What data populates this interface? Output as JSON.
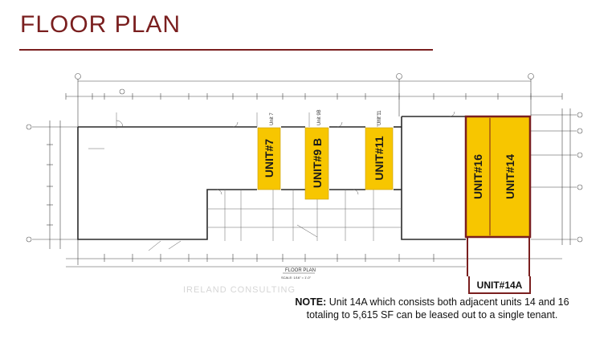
{
  "title": "FLOOR PLAN",
  "plan_caption": "FLOOR PLAN",
  "plan_subcaption": "SCALE: 1/16\" = 1'-0\"",
  "units": {
    "unit7": {
      "label": "UNIT#7",
      "tag": "Unit 7"
    },
    "unit9b": {
      "label": "UNIT#9 B",
      "tag": "Unit 9B"
    },
    "unit11": {
      "label": "UNIT#11",
      "tag": "Unit 11"
    },
    "unit16": {
      "label": "UNIT#16"
    },
    "unit14": {
      "label": "UNIT#14"
    }
  },
  "unit14a_tag": "UNIT#14A",
  "note": {
    "prefix": "NOTE:",
    "line1": "Unit 14A which consists both adjacent units 14 and 16",
    "line2": "totaling to 5,615 SF can be leased out to a single tenant."
  },
  "watermark": "IRELAND CONSULTING",
  "colors": {
    "accent": "#7a1f1f",
    "unit_fill": "#f7c600",
    "unit14a_border": "#7a1f1f",
    "line": "#333333"
  }
}
